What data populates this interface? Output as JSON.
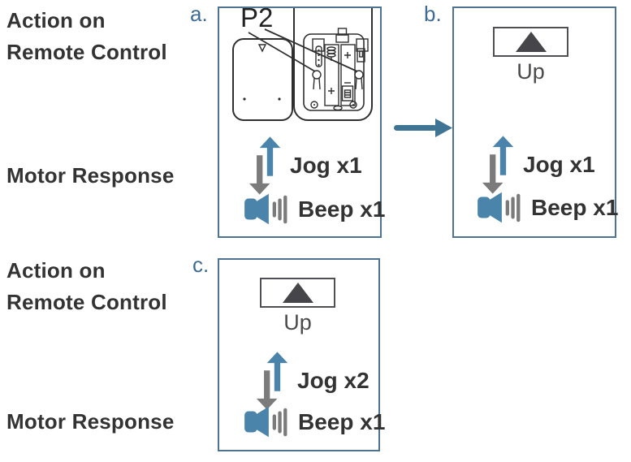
{
  "colors": {
    "panel_border": "#4d7391",
    "tag_blue": "#3d6b94",
    "icon_blue": "#4a84aa",
    "arrow_blue": "#3f7494",
    "text_dark": "#333333",
    "icon_gray": "#7b7b7b",
    "drawing_line": "#2f2f2f"
  },
  "side_labels": {
    "action_line1": "Action on",
    "action_line2": "Remote Control",
    "motor": "Motor Response"
  },
  "panels": {
    "a": {
      "tag": "a.",
      "remote_label": "P2",
      "jog": "Jog x1",
      "beep": "Beep x1"
    },
    "b": {
      "tag": "b.",
      "button_label": "Up",
      "jog": "Jog x1",
      "beep": "Beep x1"
    },
    "c": {
      "tag": "c.",
      "button_label": "Up",
      "jog": "Jog x2",
      "beep": "Beep x1"
    }
  }
}
